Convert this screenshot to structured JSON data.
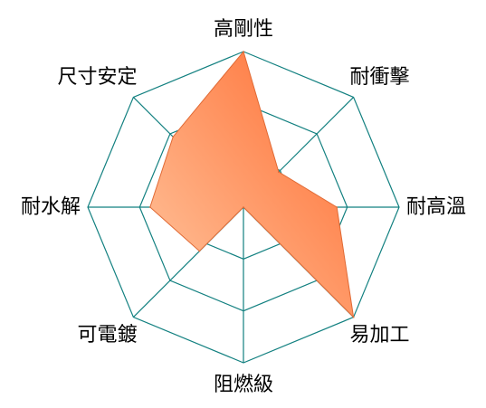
{
  "chart_data": {
    "type": "radar",
    "title": "",
    "axes": [
      "高剛性",
      "耐衝擊",
      "耐高溫",
      "易加工",
      "阻燃級",
      "可電鍍",
      "耐水解",
      "尺寸安定"
    ],
    "series": [
      {
        "values": [
          5,
          1.6,
          3,
          5,
          0,
          2,
          3,
          3.2
        ]
      }
    ],
    "range": [
      0,
      5
    ],
    "levels": 3,
    "grid": true,
    "legend": "none",
    "colors": {
      "grid": "#128080",
      "fill_light": "#FFC7A0",
      "fill_dark": "#FF6A2E",
      "stroke": "#E06A35"
    }
  }
}
